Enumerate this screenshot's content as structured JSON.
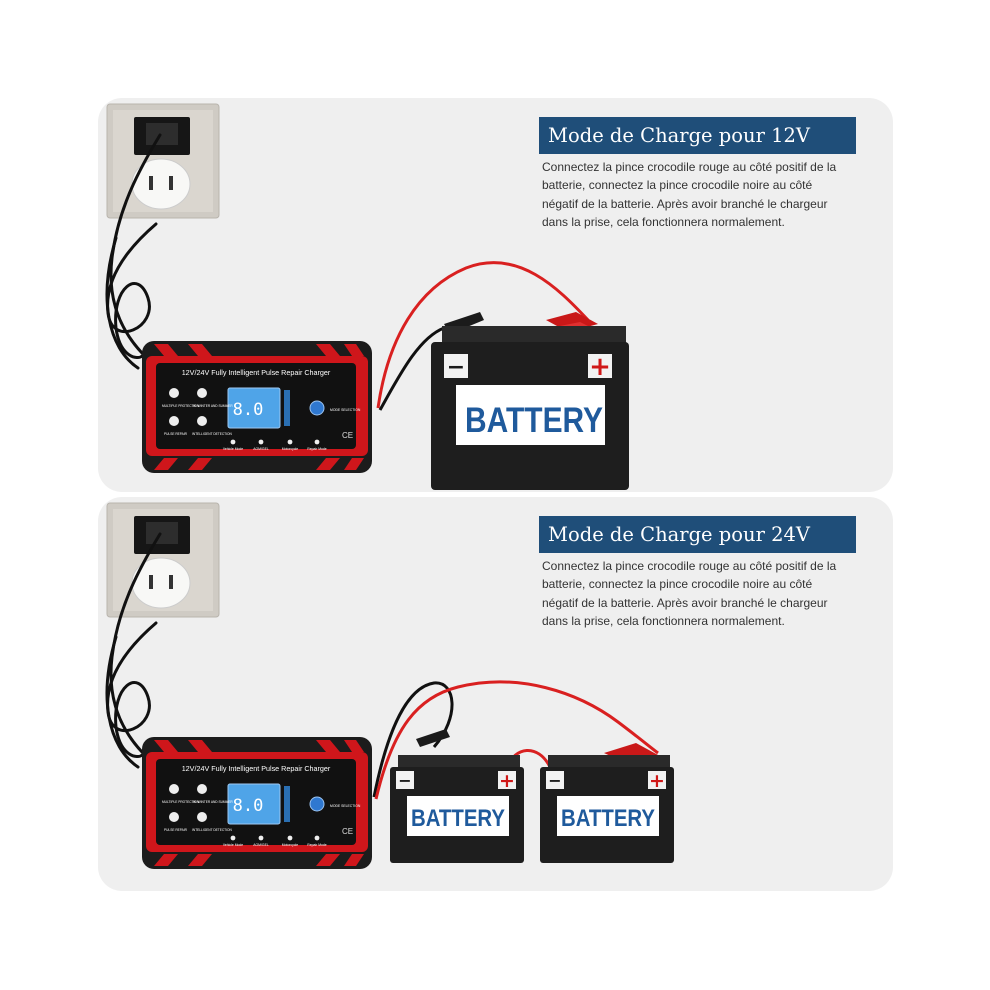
{
  "panels": [
    {
      "title": "Mode de Charge pour 12V",
      "description_lines": [
        "Connectez la pince crocodile rouge au côté positif de la",
        "batterie, connectez la pince crocodile noire au côté",
        "négatif de la batterie. Après avoir branché le chargeur",
        "dans la prise, cela fonctionnera normalement."
      ]
    },
    {
      "title": "Mode de Charge pour 24V",
      "description_lines": [
        "Connectez la pince crocodile rouge au côté positif de la",
        "batterie, connectez la pince crocodile noire au côté",
        "négatif de la batterie. Après avoir branché le chargeur",
        "dans la prise, cela fonctionnera normalement."
      ]
    }
  ],
  "charger": {
    "model_label": "12V/24V Fully Intelligent Pulse Repair Charger",
    "display": "8.0",
    "button_label": "MODE SELECTION",
    "ce_mark": "CE",
    "indicators": {
      "multiple_protection": "MULTIPLE PROTECTION",
      "winter_summer": "W. WINTER AND SUMMER",
      "pulse_repair": "PULSE REPAIR",
      "intelligent_detection": "INTELLIGENT DETECTION"
    },
    "modes": [
      "Vehicle Mode",
      "AGM/GEL",
      "Motorcycle",
      "Repair Mode"
    ]
  },
  "battery_label": "BATTERY",
  "polarity": {
    "negative": "−",
    "positive": "+"
  },
  "colors": {
    "banner": "#1f4e79",
    "panel_bg": "#efefef",
    "charger_red": "#d0161b",
    "battery_text": "#1f5a9c",
    "red_wire": "#d92020"
  }
}
